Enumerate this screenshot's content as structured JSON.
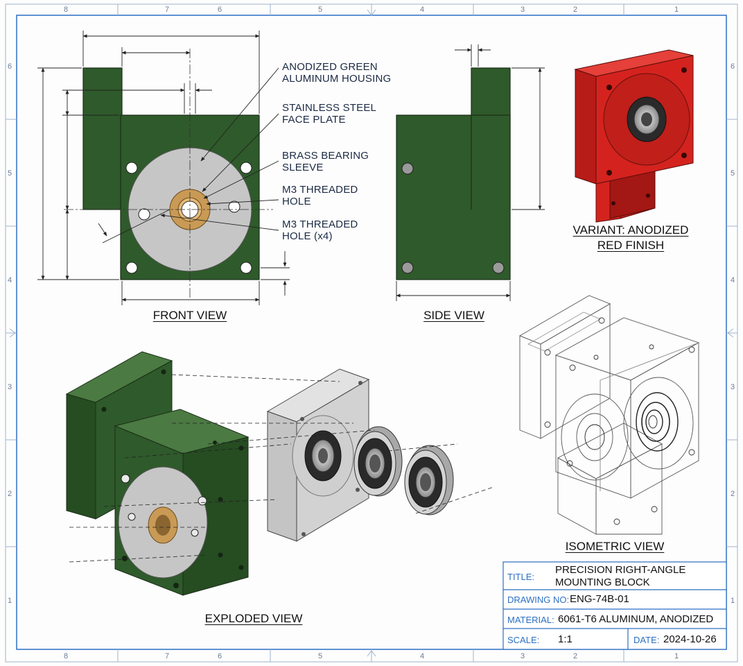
{
  "border_zones": {
    "columns": [
      "8",
      "7",
      "6",
      "5",
      "4",
      "3",
      "2",
      "1"
    ],
    "rows": [
      "6",
      "5",
      "4",
      "3",
      "2",
      "1"
    ]
  },
  "callouts": [
    {
      "lines": [
        "ANODIZED GREEN",
        "ALUMINUM HOUSING"
      ]
    },
    {
      "lines": [
        "STAINLESS STEEL",
        "FACE PLATE"
      ]
    },
    {
      "lines": [
        "BRASS BEARING",
        "SLEEVE"
      ]
    },
    {
      "lines": [
        "M3 THREADED",
        "HOLE"
      ]
    },
    {
      "lines": [
        "M3 THREADED",
        "HOLE (x4)"
      ]
    }
  ],
  "views": {
    "front": "FRONT VIEW",
    "side": "SIDE VIEW",
    "variant_line1": "VARIANT: ANODIZED",
    "variant_line2": "RED FINISH",
    "exploded": "EXPLODED VIEW",
    "isometric": "ISOMETRIC VIEW"
  },
  "colors": {
    "housing_green": "#2f5a2b",
    "variant_red": "#c8201c",
    "plate_gray": "#c9c9c9",
    "brass": "#c99a55",
    "frame_blue": "#2c6fc4"
  },
  "title_block": {
    "title_label": "TITLE:",
    "title_line1": "PRECISION RIGHT-ANGLE",
    "title_line2": "MOUNTING BLOCK",
    "drawing_label": "DRAWING NO:",
    "drawing_value": "ENG-74B-01",
    "material_label": "MATERIAL:",
    "material_value": "6061-T6 ALUMINUM, ANODIZED",
    "scale_label": "SCALE:",
    "scale_value": "1:1",
    "date_label": "DATE:",
    "date_value": "2024-10-26"
  }
}
